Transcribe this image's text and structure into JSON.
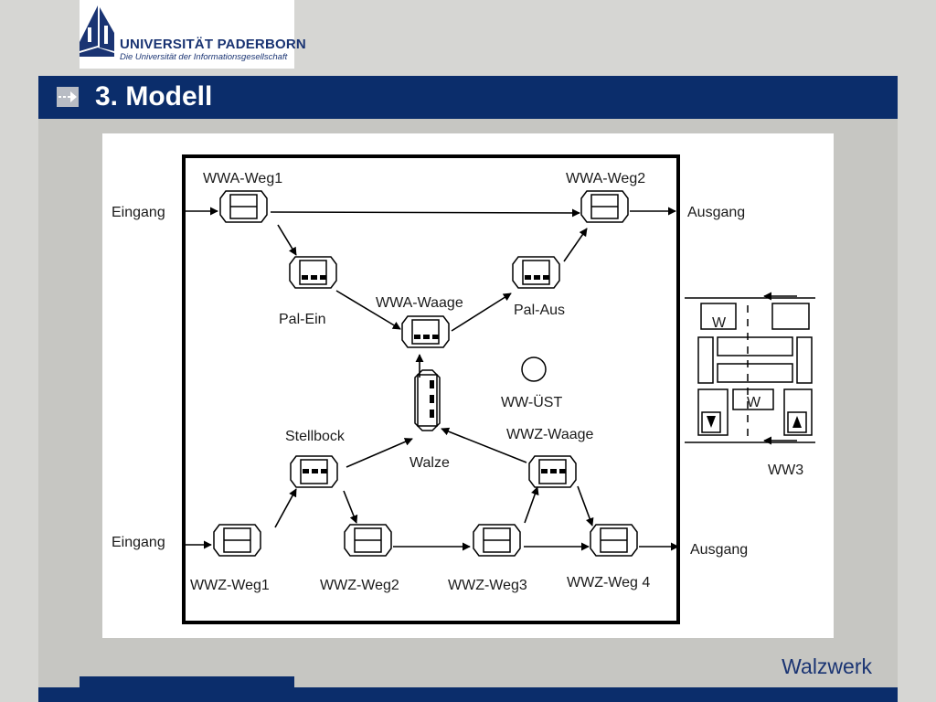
{
  "header": {
    "university_name": "UNIVERSITÄT PADERBORN",
    "university_tagline": "Die Universität der Informationsgesellschaft",
    "slide_title": "3. Modell"
  },
  "footer": {
    "section_label": "Walzwerk"
  },
  "diagram": {
    "labels": {
      "eingang_top": "Eingang",
      "ausgang_top": "Ausgang",
      "eingang_bottom": "Eingang",
      "ausgang_bottom": "Ausgang",
      "wwa_weg1": "WWA-Weg1",
      "wwa_weg2": "WWA-Weg2",
      "pal_ein": "Pal-Ein",
      "pal_aus": "Pal-Aus",
      "wwa_waage": "WWA-Waage",
      "ww_uest": "WW-ÜST",
      "walze": "Walze",
      "stellbock": "Stellbock",
      "wwz_waage": "WWZ-Waage",
      "wwz_weg1": "WWZ-Weg1",
      "wwz_weg2": "WWZ-Weg2",
      "wwz_weg3": "WWZ-Weg3",
      "wwz_weg4": "WWZ-Weg 4",
      "ww3": "WW3",
      "w_top": "W",
      "w_mid": "W"
    }
  },
  "colors": {
    "brand_blue": "#0b2d6b"
  }
}
